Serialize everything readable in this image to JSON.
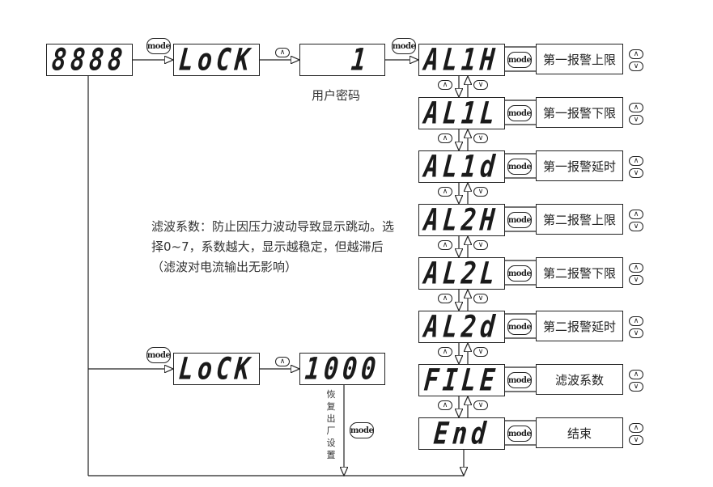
{
  "main_row": {
    "start_display": "8888",
    "lock_display": "LoCK",
    "password_display": "1",
    "password_caption": "用户密码"
  },
  "reset_row": {
    "lock_display": "LoCK",
    "factory_display": "1000",
    "factory_caption": "恢复出厂设置"
  },
  "buttons": {
    "mode": "mode",
    "up": "∧",
    "down": "∨"
  },
  "menu_items": [
    {
      "display": "AL1H",
      "description": "第一报警上限"
    },
    {
      "display": "AL1L",
      "description": "第一报警下限"
    },
    {
      "display": "AL1d",
      "description": "第一报警延时"
    },
    {
      "display": "AL2H",
      "description": "第二报警上限"
    },
    {
      "display": "AL2L",
      "description": "第二报警下限"
    },
    {
      "display": "AL2d",
      "description": "第二报警延时"
    },
    {
      "display": "FILE",
      "description": "滤波系数"
    },
    {
      "display": "End",
      "description": "结束"
    }
  ],
  "filter_note": "滤波系数：防止因压力波动导致显示跳动。选择0~7，系数越大，显示越稳定，但越滞后（滤波对电流输出无影响）"
}
